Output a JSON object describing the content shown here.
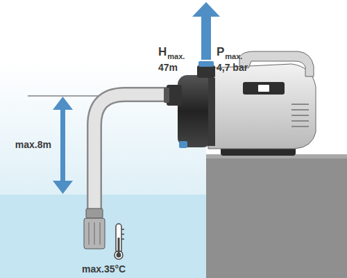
{
  "diagram": {
    "labels": [
      "H",
      "max.",
      "47m",
      "P",
      "max.",
      "4,7 bar",
      "max.8m",
      "max.35°C"
    ]
  }
}
